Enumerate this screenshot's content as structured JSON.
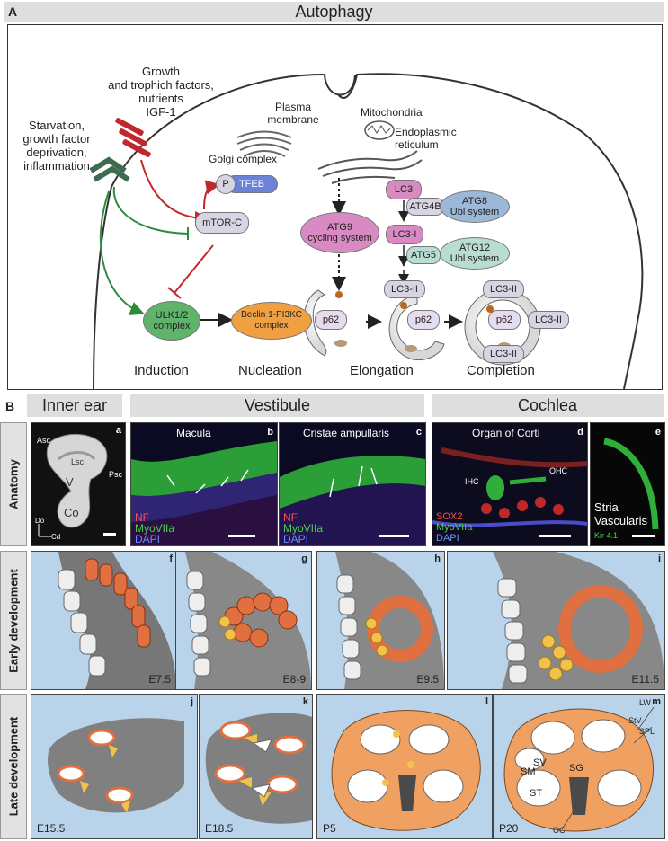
{
  "panel_a": {
    "letter": "A",
    "title": "Autophagy",
    "growth_factors": [
      "Growth",
      "and trophich factors,",
      "nutrients",
      "IGF-1"
    ],
    "stress": [
      "Starvation,",
      "growth factor",
      "deprivation,",
      "inflammation"
    ],
    "plasma_membrane": [
      "Plasma",
      "membrane"
    ],
    "mitochondria": "Mitochondria",
    "er": [
      "Endoplasmic",
      "reticulum"
    ],
    "golgi": "Golgi complex",
    "p": "P",
    "tfeb": "TFEB",
    "mtorc": "mTOR-C",
    "atg9": [
      "ATG9",
      "cycling system"
    ],
    "lc3": "LC3",
    "atg4b": "ATG4B",
    "atg8": [
      "ATG8",
      "Ubl system"
    ],
    "lc3i": "LC3-I",
    "atg5": "ATG5",
    "atg12": [
      "ATG12",
      "Ubl system"
    ],
    "lc3ii": "LC3-II",
    "ulk": [
      "ULK1/2",
      "complex"
    ],
    "beclin": [
      "Beclin 1-PI3KC",
      "complex"
    ],
    "p62": "p62",
    "stages": [
      "Induction",
      "Nucleation",
      "Elongation",
      "Completion"
    ]
  },
  "panel_b": {
    "letter": "B",
    "headers": [
      "Inner ear",
      "Vestibule",
      "Cochlea"
    ],
    "rows": [
      "Anatomy",
      "Early development",
      "Late development"
    ],
    "anatomy": {
      "a": {
        "letter": "a",
        "labels": [
          "Asc",
          "Lsc",
          "Psc",
          "V",
          "Co",
          "Do",
          "Cd"
        ]
      },
      "b": {
        "letter": "b",
        "title": "Macula",
        "stains": [
          "NF",
          "MyoVIIa",
          "DAPI"
        ]
      },
      "c": {
        "letter": "c",
        "title": "Cristae ampullaris",
        "stains": [
          "NF",
          "MyoVIIa",
          "DAPI"
        ]
      },
      "d": {
        "letter": "d",
        "title": "Organ of Corti",
        "ihc": "IHC",
        "ohc": "OHC",
        "stains": [
          "SOX2",
          "MyoVIIa",
          "DAPI"
        ]
      },
      "e": {
        "letter": "e",
        "title": [
          "Stria",
          "Vascularis"
        ],
        "stain": "Kir 4.1"
      }
    },
    "early": [
      {
        "letter": "f",
        "stage": "E7.5"
      },
      {
        "letter": "g",
        "stage": "E8-9"
      },
      {
        "letter": "h",
        "stage": "E9.5"
      },
      {
        "letter": "i",
        "stage": "E11.5"
      }
    ],
    "late": [
      {
        "letter": "j",
        "stage": "E15.5"
      },
      {
        "letter": "k",
        "stage": "E18.5"
      },
      {
        "letter": "l",
        "stage": "P5"
      },
      {
        "letter": "m",
        "stage": "P20",
        "labels": [
          "LW",
          "StV",
          "SPL",
          "SM",
          "SV",
          "SG",
          "ST",
          "OC"
        ]
      }
    ]
  },
  "colors": {
    "red": "#c0282d",
    "green": "#2e8b3a",
    "mtor": "#d8d4e4",
    "tfeb": "#6b83d6",
    "pink": "#d98ac3",
    "blue": "#9bb8d8",
    "teal": "#b9ddd3",
    "orange": "#f0a040",
    "panelbg": "#b9d3ea"
  }
}
